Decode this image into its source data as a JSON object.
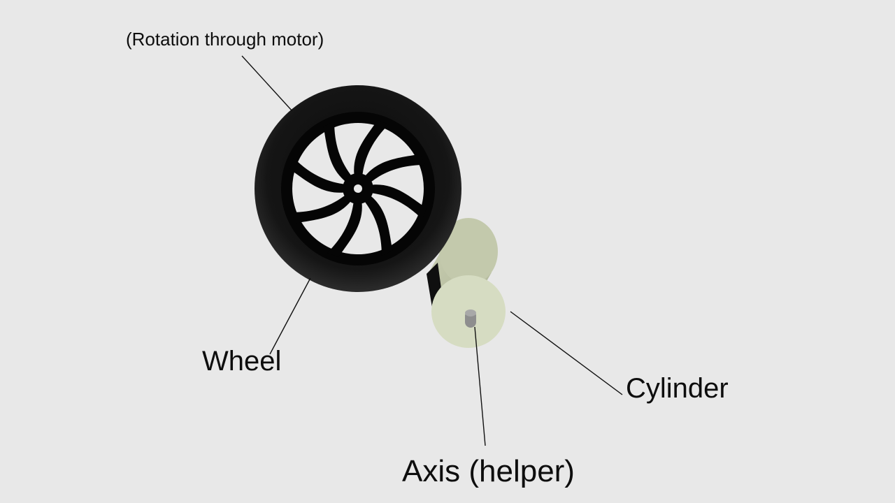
{
  "labels": {
    "motor": "(Rotation through motor)",
    "wheel": "Wheel",
    "cylinder": "Cylinder",
    "axis": "Axis (helper)"
  },
  "colors": {
    "background": "#e8e8e8",
    "tire": "#1a1a1a",
    "cylinder_face": "#d6dcc2",
    "axis_pin": "#8e8e8e",
    "leader_line": "#111111"
  },
  "wheel": {
    "spoke_count": 8
  }
}
